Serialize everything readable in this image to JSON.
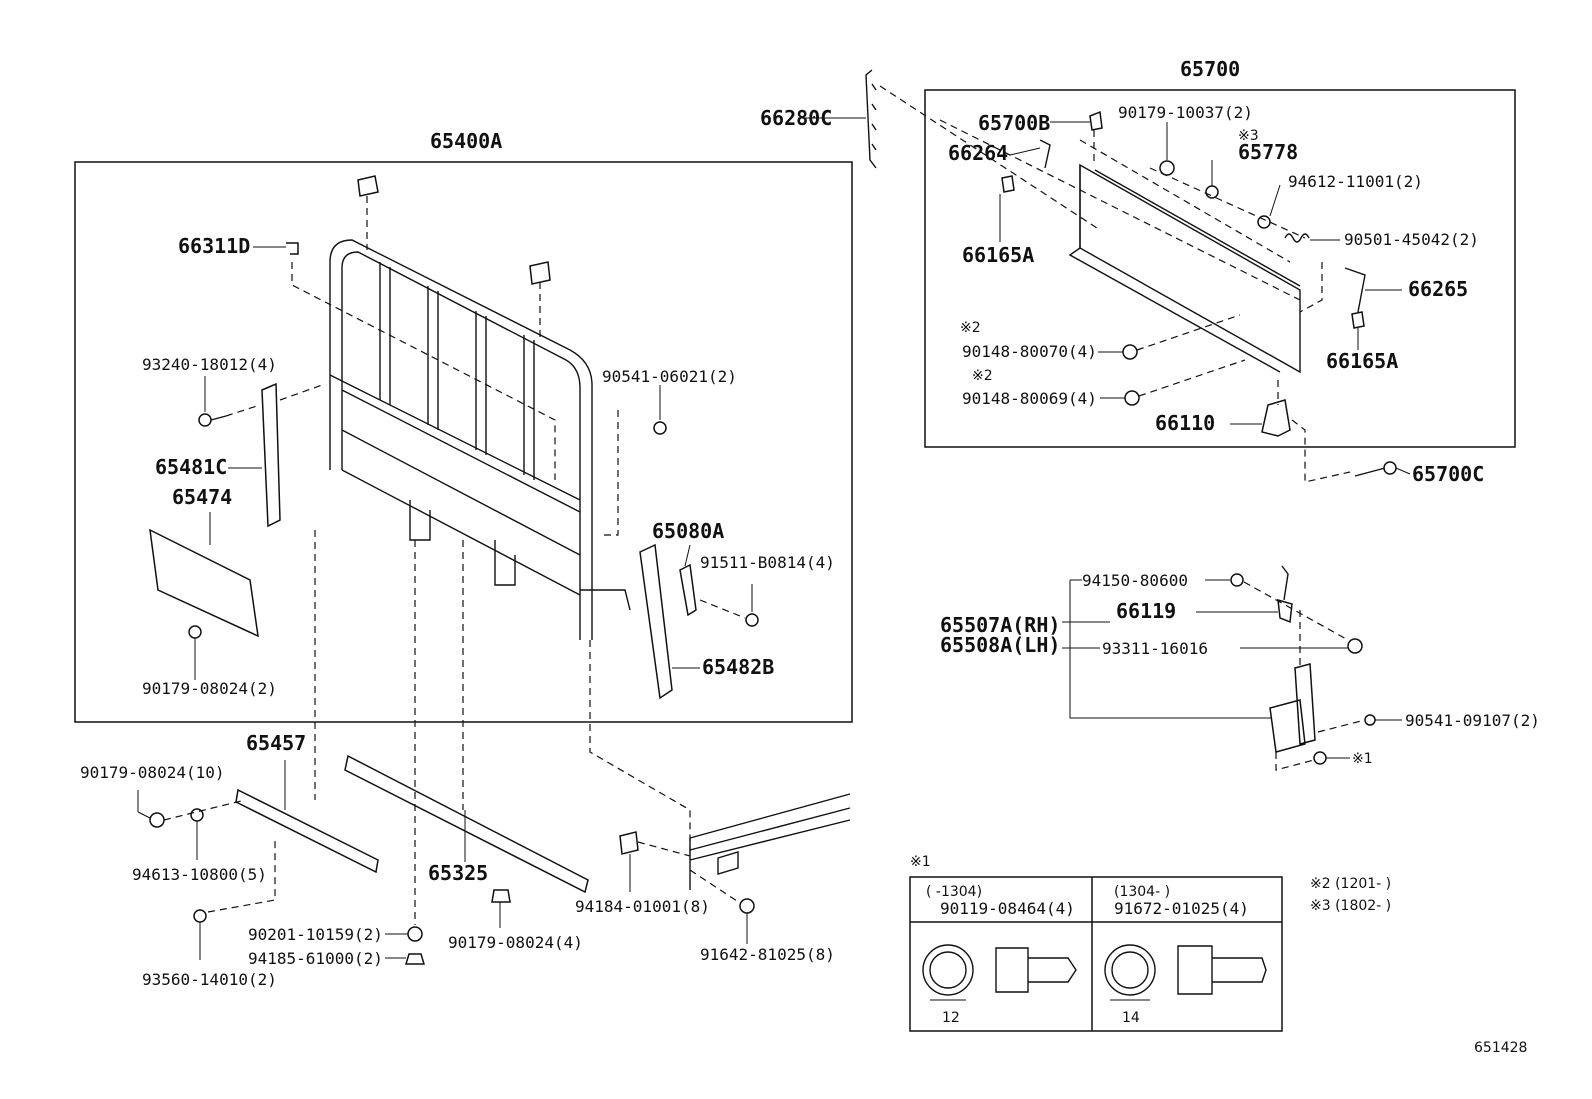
{
  "labels": {
    "p65700": "65700",
    "p66280C": "66280C",
    "p65700B": "65700B",
    "p90179_10037": "90179-10037(2)",
    "p65778": "65778",
    "p66264": "66264",
    "p94612_11001": "94612-11001(2)",
    "p66165A_a": "66165A",
    "p90501_45042": "90501-45042(2)",
    "p66265": "66265",
    "p90148_80070": "90148-80070(4)",
    "p66165A_b": "66165A",
    "p90148_80069": "90148-80069(4)",
    "p66110": "66110",
    "p65700C": "65700C",
    "p65400A": "65400A",
    "p66311D": "66311D",
    "p93240_18012": "93240-18012(4)",
    "p90541_06021": "90541-06021(2)",
    "p65481C": "65481C",
    "p65474": "65474",
    "p65080A": "65080A",
    "p91511_B0814": "91511-B0814(4)",
    "p65482B": "65482B",
    "p90179_08024_2": "90179-08024(2)",
    "p94150_80600": "94150-80600",
    "p66119": "66119",
    "p65507A": "65507A(RH)",
    "p65508A": "65508A(LH)",
    "p93311_16016": "93311-16016",
    "p90541_09107": "90541-09107(2)",
    "p65457": "65457",
    "p90179_08024_10": "90179-08024(10)",
    "p94613_10800": "94613-10800(5)",
    "p65325": "65325",
    "p94184_01001": "94184-01001(8)",
    "p91642_81025": "91642-81025(8)",
    "p90201_10159": "90201-10159(2)",
    "p94185_61000": "94185-61000(2)",
    "p90179_08024_4": "90179-08024(4)",
    "p93560_14010": "93560-14010(2)",
    "diagram_id": "651428"
  },
  "notes": {
    "n2a": "※2",
    "n2b": "※2",
    "n3": "※3",
    "n1_ref": "※1",
    "table_title": "※1",
    "note2": "※2 (1201-      )",
    "note3": "※3 (1802-      )"
  },
  "table": {
    "left_range": "(      -1304)",
    "left_part": "90119-08464(4)",
    "left_size": "12",
    "right_range": "(1304-      )",
    "right_part": "91672-01025(4)",
    "right_size": "14"
  }
}
